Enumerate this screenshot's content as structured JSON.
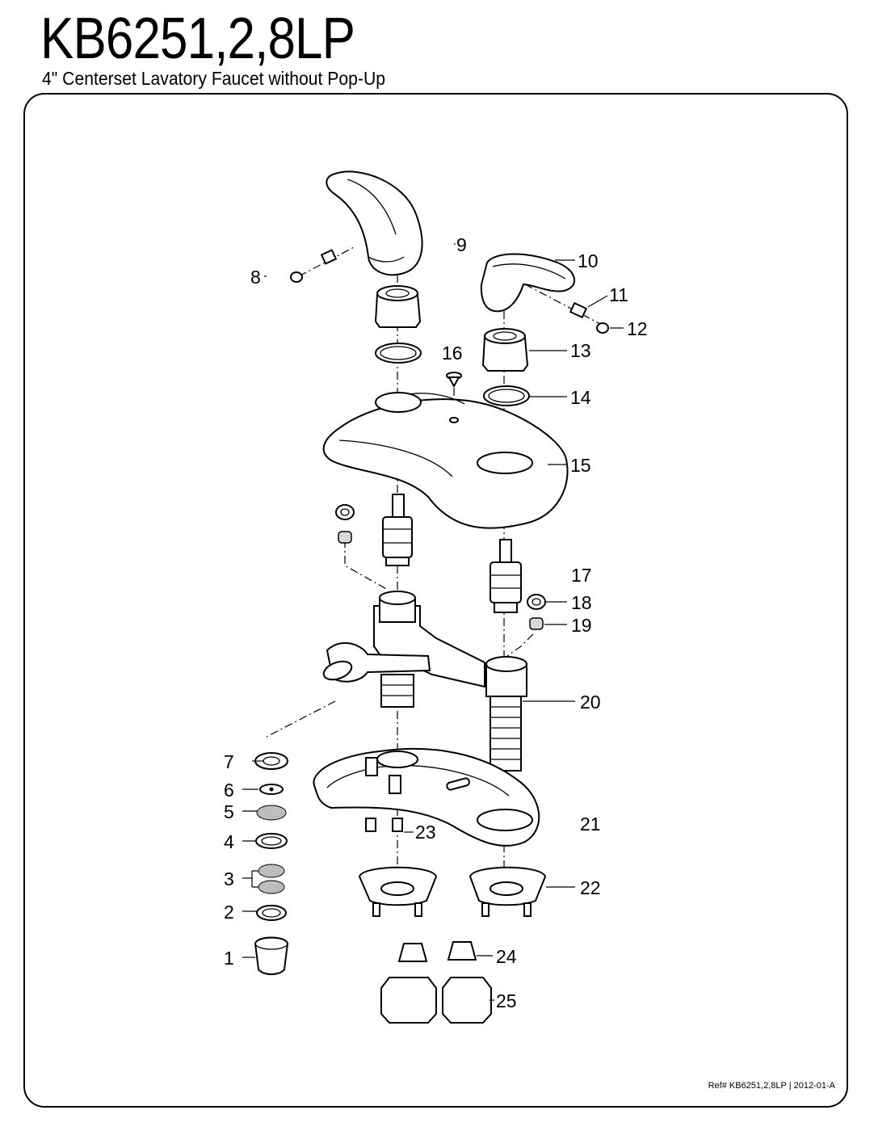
{
  "header": {
    "model": "KB6251,2,8LP",
    "description": "4\" Centerset Lavatory Faucet without Pop-Up"
  },
  "footer": {
    "ref_prefix": "Ref# ",
    "ref_model": "KB6251,2,8LP",
    "separator": " | ",
    "revision": "2012-01-A"
  },
  "callouts": {
    "c1": "1",
    "c2": "2",
    "c3": "3",
    "c4": "4",
    "c5": "5",
    "c6": "6",
    "c7": "7",
    "c8": "8",
    "c9": "9",
    "c10": "10",
    "c11": "11",
    "c12": "12",
    "c13": "13",
    "c14": "14",
    "c15": "15",
    "c16": "16",
    "c17": "17",
    "c18": "18",
    "c19": "19",
    "c20": "20",
    "c21": "21",
    "c22": "22",
    "c23": "23",
    "c24": "24",
    "c25": "25"
  }
}
